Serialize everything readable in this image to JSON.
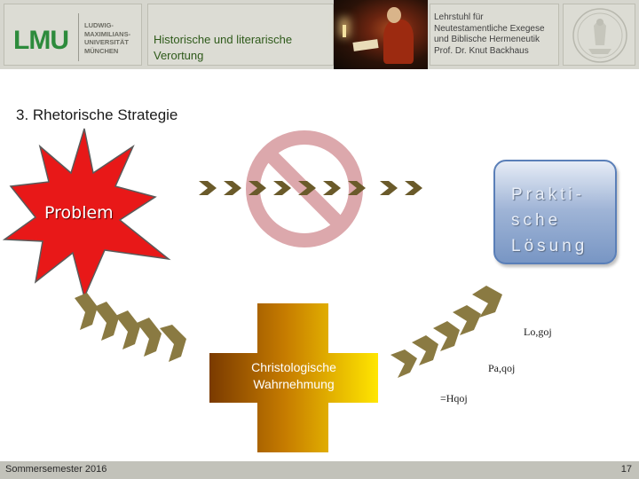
{
  "header": {
    "logo": {
      "wordmark": "LMU",
      "name_lines": [
        "LUDWIG-",
        "MAXIMILIANS-",
        "UNIVERSITÄT",
        "MÜNCHEN"
      ]
    },
    "title_lines": [
      "Historische und literarische",
      "Verortung"
    ],
    "chair_lines": [
      "Lehrstuhl für",
      "Neutestamentliche Exegese",
      "und Biblische Hermeneutik",
      "Prof. Dr. Knut Backhaus"
    ]
  },
  "slide": {
    "section_title": "3. Rhetorische Strategie",
    "problem_label": "Problem",
    "solution_lines": [
      "Prakti-",
      "sche",
      "Lösung"
    ],
    "cross_lines": [
      "Christologische",
      "Wahrnehmung"
    ],
    "annotations": {
      "logos": "Lo,goj",
      "pathos": "Pa,qoj",
      "ethos": "=Hqoj"
    }
  },
  "footer": {
    "semester": "Sommersemester 2016",
    "page_number": "17"
  },
  "colors": {
    "header_bg": "#d6d6ce",
    "lmu_green": "#2d8b3c",
    "problem_red": "#e81818",
    "chevron_olive": "#8a7a42",
    "prohibition_pink": "#dca8ac",
    "solution_blue": "#7896c4",
    "cross_gold": "#ffd700",
    "cross_brown": "#7a3a00",
    "footer_bg": "#c2c2ba"
  },
  "icons": {
    "seal": "university-seal-icon",
    "prohibition": "prohibition-sign-icon",
    "chevron": "chevron-right-icon"
  }
}
